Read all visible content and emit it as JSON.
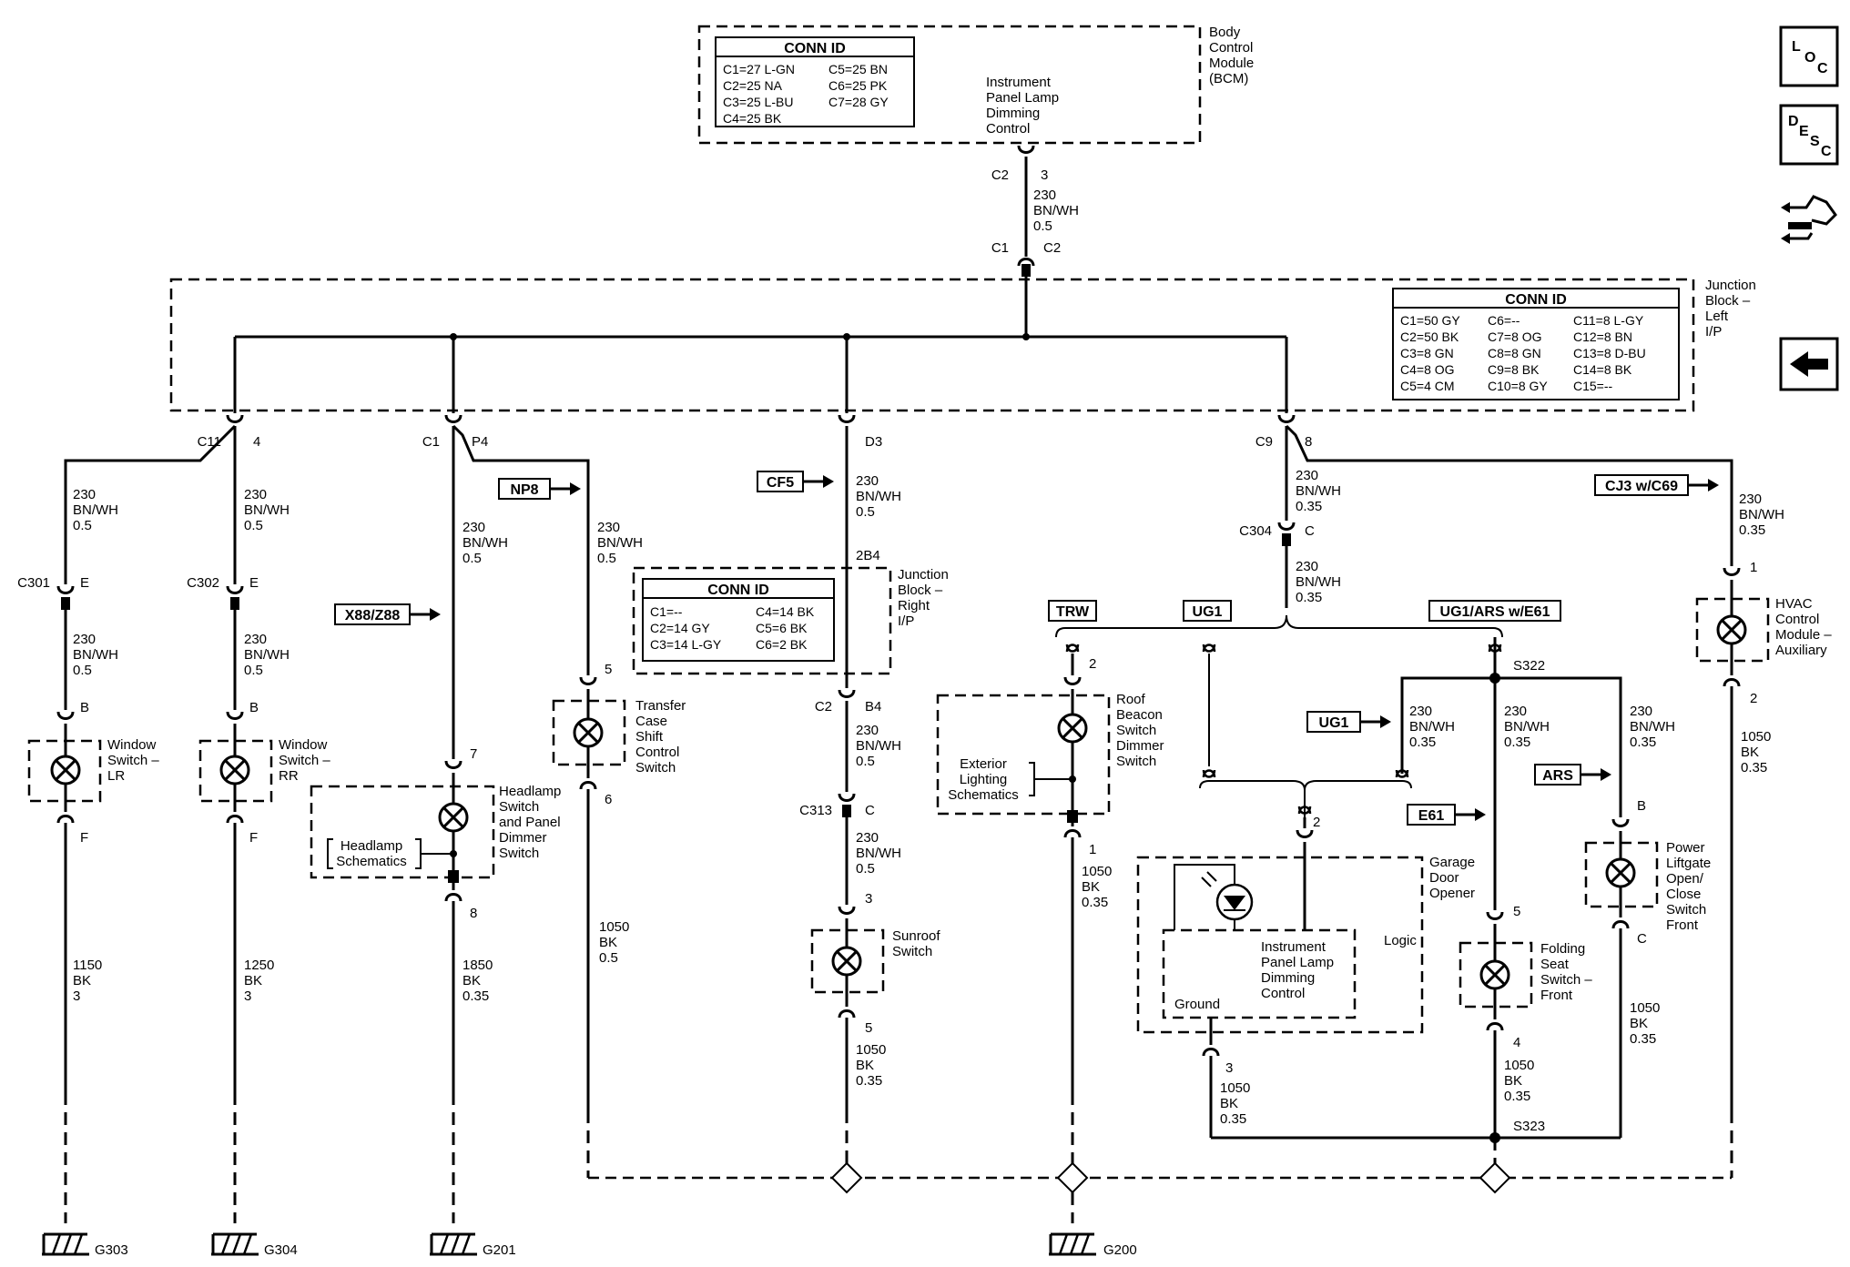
{
  "bcm": {
    "label": [
      "Body",
      "Control",
      "Module",
      "(BCM)"
    ],
    "conn_title": "CONN ID",
    "conn_rows": [
      [
        "C1=27 L-GN",
        "C5=25 BN"
      ],
      [
        "C2=25 NA",
        "C6=25 PK"
      ],
      [
        "C3=25 L-BU",
        "C7=28 GY"
      ],
      [
        "C4=25 BK",
        ""
      ]
    ],
    "function": [
      "Instrument",
      "Panel Lamp",
      "Dimming",
      "Control"
    ],
    "conn": "C2",
    "pin": "3",
    "wire": [
      "230",
      "BN/WH",
      "0.5"
    ]
  },
  "jb_left": {
    "label": [
      "Junction",
      "Block –",
      "Left",
      "I/P"
    ],
    "in_conn_a": "C1",
    "in_conn_b": "C2",
    "conn_title": "CONN ID",
    "conn_rows": [
      [
        "C1=50 GY",
        "C6=--",
        "C11=8 L-GY"
      ],
      [
        "C2=50 BK",
        "C7=8 OG",
        "C12=8 BN"
      ],
      [
        "C3=8 GN",
        "C8=8 GN",
        "C13=8 D-BU"
      ],
      [
        "C4=8 OG",
        "C9=8 BK",
        "C14=8 BK"
      ],
      [
        "C5=4 CM",
        "C10=8 GY",
        "C15=--"
      ]
    ],
    "outputs": [
      {
        "conn": "C11",
        "pin": "4"
      },
      {
        "conn": "C1",
        "pin": "P4"
      },
      {
        "conn": "",
        "pin": "D3"
      },
      {
        "conn": "C9",
        "pin": "8"
      }
    ]
  },
  "jb_right": {
    "label": [
      "Junction",
      "Block –",
      "Right",
      "I/P"
    ],
    "pin_in": "2B4",
    "conn_title": "CONN ID",
    "conn_rows": [
      [
        "C1=--",
        "C4=14 BK"
      ],
      [
        "C2=14 GY",
        "C5=6 BK"
      ],
      [
        "C3=14 L-GY",
        "C6=2 BK"
      ]
    ],
    "out_conn": "C2",
    "out_pin": "B4"
  },
  "wires": {
    "w_lr": [
      "230",
      "BN/WH",
      "0.5"
    ],
    "w_rr": [
      "230",
      "BN/WH",
      "0.5"
    ],
    "w_head": [
      "230",
      "BN/WH",
      "0.5"
    ],
    "w_transfer": [
      "230",
      "BN/WH",
      "0.5"
    ],
    "w_jbr_in": [
      "230",
      "BN/WH",
      "0.5"
    ],
    "w_jbr_out": [
      "230",
      "BN/WH",
      "0.5"
    ],
    "w_sunroof": [
      "230",
      "BN/WH",
      "0.5"
    ],
    "w_c9": [
      "230",
      "BN/WH",
      "0.35"
    ],
    "w_c304": [
      "230",
      "BN/WH",
      "0.35"
    ],
    "w_hvac": [
      "230",
      "BN/WH",
      "0.35"
    ],
    "w_ug1": [
      "230",
      "BN/WH",
      "0.35"
    ],
    "w_fold": [
      "230",
      "BN/WH",
      "0.35"
    ],
    "w_ars": [
      "230",
      "BN/WH",
      "0.35"
    ]
  },
  "components": {
    "window_lr": {
      "label": [
        "Window",
        "Switch –",
        "LR"
      ],
      "pin_in": "B",
      "pin_out": "F",
      "conn": "C301",
      "conn_pin": "E",
      "ground": [
        "1150",
        "BK",
        "3"
      ],
      "gnd": "G303"
    },
    "window_rr": {
      "label": [
        "Window",
        "Switch –",
        "RR"
      ],
      "pin_in": "B",
      "pin_out": "F",
      "conn": "C302",
      "conn_pin": "E",
      "ground": [
        "1250",
        "BK",
        "3"
      ],
      "gnd": "G304"
    },
    "headlamp": {
      "label": [
        "Headlamp",
        "Switch",
        "and Panel",
        "Dimmer",
        "Switch"
      ],
      "ref": [
        "Headlamp",
        "Schematics"
      ],
      "pin_in": "7",
      "pin_out": "8",
      "ground": [
        "1850",
        "BK",
        "0.35"
      ],
      "gnd": "G201"
    },
    "transfer": {
      "label": [
        "Transfer",
        "Case",
        "Shift",
        "Control",
        "Switch"
      ],
      "pin_in": "5",
      "pin_out": "6",
      "ground": [
        "1050",
        "BK",
        "0.5"
      ]
    },
    "sunroof": {
      "label": [
        "Sunroof",
        "Switch"
      ],
      "conn": "C313",
      "conn_pin": "C",
      "pin_in": "3",
      "pin_out": "5",
      "ground": [
        "1050",
        "BK",
        "0.35"
      ]
    },
    "roof_beacon": {
      "label": [
        "Roof",
        "Beacon",
        "Switch",
        "Dimmer",
        "Switch"
      ],
      "ref": [
        "Exterior",
        "Lighting",
        "Schematics"
      ],
      "pin_in": "2",
      "pin_out": "1",
      "ground": [
        "1050",
        "BK",
        "0.35"
      ],
      "gnd": "G200"
    },
    "garage": {
      "label": [
        "Garage",
        "Door",
        "Opener"
      ],
      "logic": "Logic",
      "function": [
        "Instrument",
        "Panel Lamp",
        "Dimming",
        "Control"
      ],
      "ground_lbl": "Ground",
      "pin_in": "2",
      "pin_out": "3",
      "ground": [
        "1050",
        "BK",
        "0.35"
      ]
    },
    "folding": {
      "label": [
        "Folding",
        "Seat",
        "Switch –",
        "Front"
      ],
      "pin_in": "5",
      "pin_out": "4",
      "ground": [
        "1050",
        "BK",
        "0.35"
      ]
    },
    "liftgate": {
      "label": [
        "Power",
        "Liftgate",
        "Open/",
        "Close",
        "Switch",
        "Front"
      ],
      "pin_in": "B",
      "pin_out": "C",
      "ground": [
        "1050",
        "BK",
        "0.35"
      ]
    },
    "hvac": {
      "label": [
        "HVAC",
        "Control",
        "Module –",
        "Auxiliary"
      ],
      "pin_in": "1",
      "pin_out": "2",
      "ground": [
        "1050",
        "BK",
        "0.35"
      ]
    }
  },
  "connectors": {
    "c304": "C304",
    "c304_pin": "C"
  },
  "splices": {
    "s322": "S322",
    "s323": "S323"
  },
  "options": {
    "trw": "TRW",
    "ug1": "UG1",
    "ug1_ars": "UG1/ARS w/E61"
  },
  "refs": {
    "np8": "NP8",
    "cf5": "CF5",
    "x88": "X88/Z88",
    "cj3": "CJ3 w/C69",
    "ug1": "UG1",
    "ars": "ARS",
    "e61": "E61"
  },
  "nav": {
    "loc": [
      "L",
      "O",
      "C"
    ],
    "desc": [
      "D",
      "E",
      "S",
      "C"
    ]
  }
}
